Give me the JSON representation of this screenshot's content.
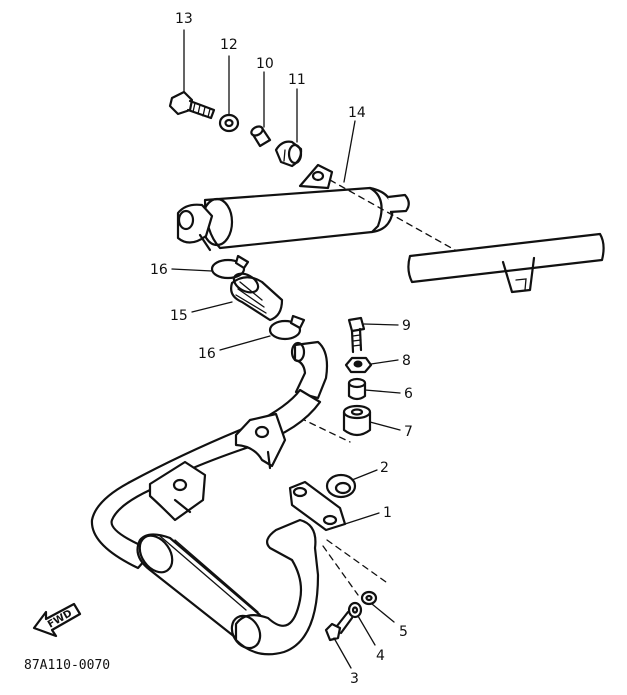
{
  "callouts": [
    {
      "id": "13",
      "label": "13"
    },
    {
      "id": "12",
      "label": "12"
    },
    {
      "id": "10",
      "label": "10"
    },
    {
      "id": "11",
      "label": "11"
    },
    {
      "id": "14",
      "label": "14"
    },
    {
      "id": "16a",
      "label": "16"
    },
    {
      "id": "15",
      "label": "15"
    },
    {
      "id": "16b",
      "label": "16"
    },
    {
      "id": "9",
      "label": "9"
    },
    {
      "id": "8",
      "label": "8"
    },
    {
      "id": "6",
      "label": "6"
    },
    {
      "id": "7",
      "label": "7"
    },
    {
      "id": "2",
      "label": "2"
    },
    {
      "id": "1",
      "label": "1"
    },
    {
      "id": "5",
      "label": "5"
    },
    {
      "id": "4",
      "label": "4"
    },
    {
      "id": "3",
      "label": "3"
    }
  ],
  "fwd_label": "FWD",
  "drawing_code": "87A110-0070"
}
